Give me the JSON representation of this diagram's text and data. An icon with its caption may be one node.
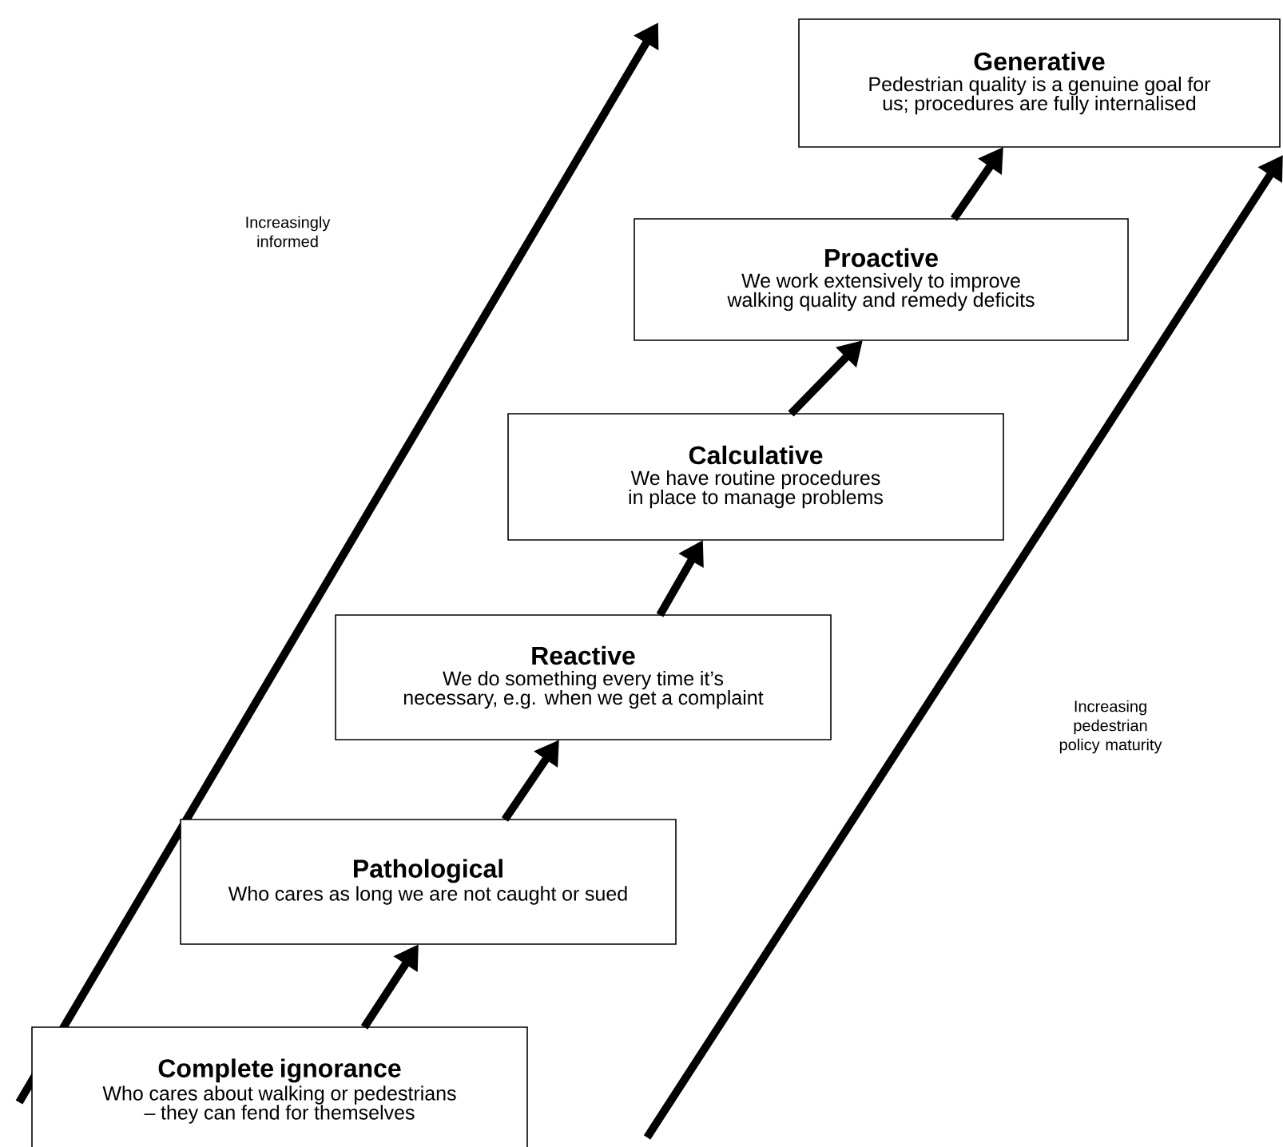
{
  "diagram": {
    "nodes": [
      {
        "text": [
          "Complete ignorance",
          "Who cares about walking or pedestrians – they can fend for themselves"
        ]
      },
      {
        "text": [
          "Pathological",
          "Who cares as long we are not caught or sued"
        ]
      },
      {
        "text": [
          "Reactive",
          "We do something every time it’s necessary, e.g. when we get a complaint"
        ]
      },
      {
        "text": [
          "Calculative",
          "We have routine procedures in place to manage problems"
        ]
      },
      {
        "text": [
          "Proactive",
          "We work extensively to improve walking quality and remedy deficits"
        ]
      },
      {
        "text": [
          "Generative",
          "Pedestrian quality is a genuine goal for us; procedures are fully internalised"
        ]
      }
    ],
    "edges": [
      {
        "from": 0,
        "to": 1,
        "arrow": "to"
      },
      {
        "from": 1,
        "to": 2,
        "arrow": "to"
      },
      {
        "from": 2,
        "to": 3,
        "arrow": "to"
      },
      {
        "from": 3,
        "to": 4,
        "arrow": "to"
      },
      {
        "from": 4,
        "to": 5,
        "arrow": "to"
      }
    ],
    "labels": [
      "Increasingly informed",
      "Increasing pedestrian policy maturity"
    ]
  }
}
